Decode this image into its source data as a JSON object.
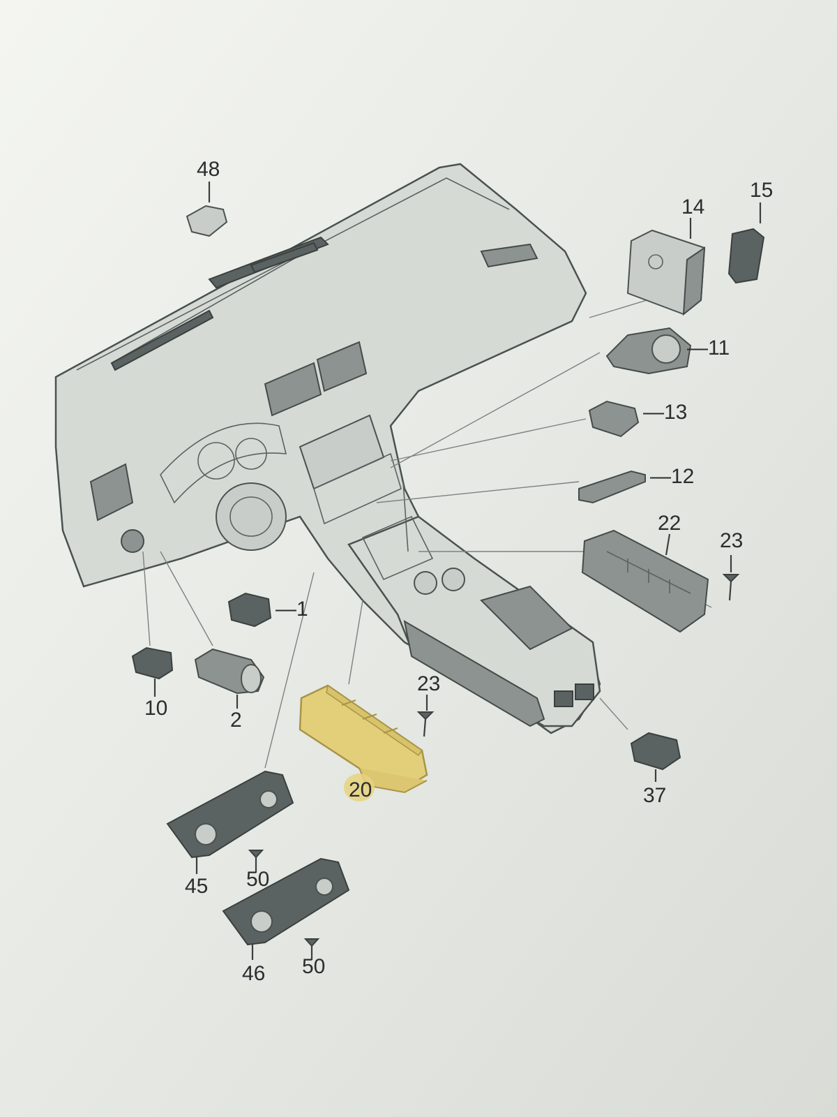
{
  "labels": {
    "p48": "48",
    "p14": "14",
    "p15": "15",
    "p11": "—11",
    "p13": "—13",
    "p12": "—12",
    "p22": "22",
    "p23_right": "23",
    "p1": "—1",
    "p10": "10",
    "p2": "2",
    "p23_center": "23",
    "p20": "20",
    "p37": "37",
    "p45": "45",
    "p50_upper": "50",
    "p46": "46",
    "p50_lower": "50"
  },
  "highlight": {
    "part": "20",
    "color": "#e3cf7a"
  }
}
